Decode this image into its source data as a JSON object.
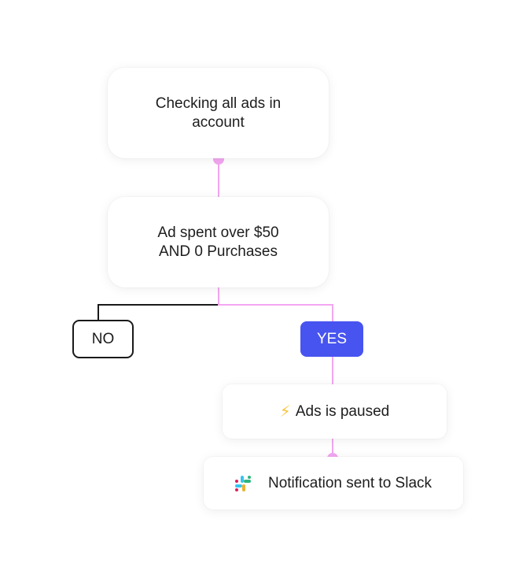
{
  "nodes": {
    "check": "Checking all ads in account",
    "condition_line1": "Ad spent over $50",
    "condition_line2": "AND 0 Purchases",
    "no_label": "NO",
    "yes_label": "YES",
    "paused": "Ads is paused",
    "slack": "Notification sent to Slack"
  },
  "icons": {
    "paused": "lightning-bolt-icon",
    "slack": "slack-logo-icon"
  },
  "colors": {
    "connector": "#f3a6f1",
    "no_branch": "#1a1a1a",
    "yes_badge": "#4754f0",
    "bolt": "#f5c542",
    "slack": [
      "#36c5f0",
      "#2eb67d",
      "#ecb22e",
      "#e01e5a"
    ]
  }
}
